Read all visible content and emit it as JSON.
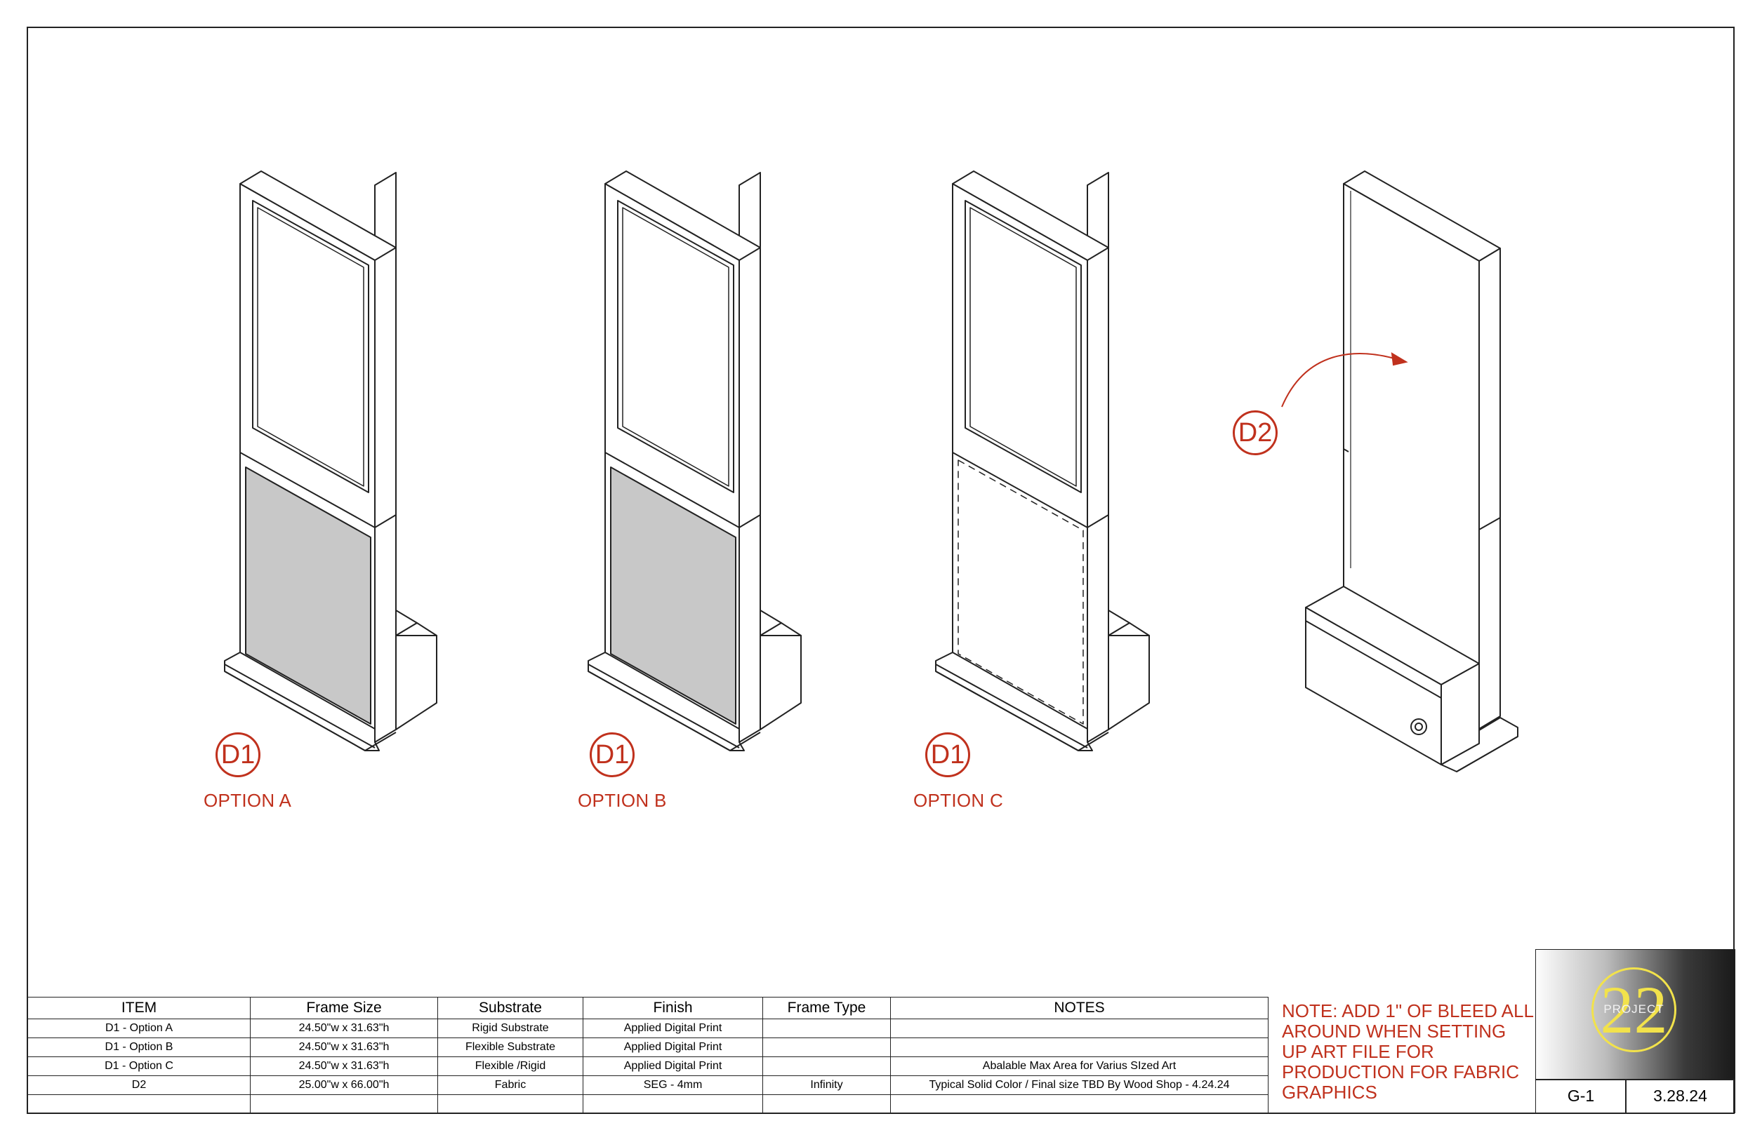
{
  "figures": [
    {
      "tag": "D1",
      "caption": "OPTION A"
    },
    {
      "tag": "D1",
      "caption": "OPTION B"
    },
    {
      "tag": "D1",
      "caption": "OPTION C"
    },
    {
      "tag": "D2"
    }
  ],
  "table": {
    "headers": [
      "ITEM",
      "Frame Size",
      "Substrate",
      "Finish",
      "Frame Type",
      "NOTES"
    ],
    "rows": [
      [
        "D1 - Option A",
        "24.50\"w x 31.63\"h",
        "Rigid Substrate",
        "Applied Digital Print",
        "",
        ""
      ],
      [
        "D1 - Option B",
        "24.50\"w x 31.63\"h",
        "Flexible Substrate",
        "Applied Digital Print",
        "",
        ""
      ],
      [
        "D1 - Option C",
        "24.50\"w x 31.63\"h",
        "Flexible /Rigid",
        "Applied Digital Print",
        "",
        "Abalable Max Area for Varius SIzed Art"
      ],
      [
        "D2",
        "25.00\"w x 66.00\"h",
        "Fabric",
        "SEG - 4mm",
        "Infinity",
        "Typical Solid Color / Final size TBD By Wood Shop - 4.24.24"
      ],
      [
        "",
        "",
        "",
        "",
        "",
        ""
      ]
    ]
  },
  "note": "NOTE: ADD 1\" OF BLEED ALL AROUND WHEN SETTING UP ART FILE FOR PRODUCTION FOR FABRIC GRAPHICS",
  "title_block": {
    "logo_number": "22",
    "logo_word": "PROJECT",
    "sheet_number": "G-1",
    "date": "3.28.24"
  },
  "colors": {
    "accent_red": "#c0311d",
    "panel_gray": "#c8c8c8",
    "line": "#222222",
    "logo_yellow": "#f2e24b"
  }
}
